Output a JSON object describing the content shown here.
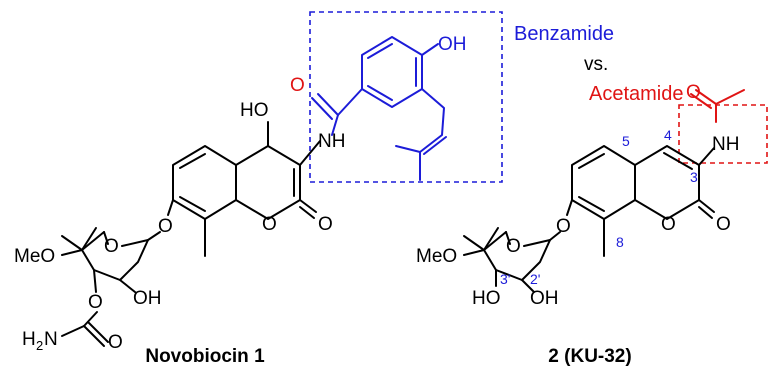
{
  "labels": {
    "benzamide": "Benzamide",
    "vs": "vs.",
    "acetamide": "Acetamide"
  },
  "captions": {
    "novobiocin": "Novobiocin 1",
    "ku32": "2 (KU-32)"
  },
  "novobiocin_atoms": {
    "ho_top": "HO",
    "oh_benz": "OH",
    "o_carbonyl": "O",
    "nh": "NH",
    "o_ring": "O",
    "o_lactone": "O",
    "o_link": "O",
    "meo": "MeO",
    "o_sugar": "O",
    "oh_sugar": "OH",
    "o_carbamate_ester": "O",
    "o_carbamate": "O",
    "h2n_h": "H",
    "h2n_sub": "2",
    "h2n_n": "N"
  },
  "ku32_atoms": {
    "o_acetyl": "O",
    "nh": "NH",
    "o_ring": "O",
    "o_lactone": "O",
    "o_link": "O",
    "meo": "MeO",
    "o_sugar": "O",
    "ho": "HO",
    "oh": "OH"
  },
  "ku32_numbering": {
    "n5": "5",
    "n4": "4",
    "n3": "3",
    "n8": "8",
    "n3p": "3'",
    "n2p": "2'"
  },
  "colors": {
    "highlight_blue": "#1c1cd8",
    "highlight_red": "#e01414",
    "bond": "#000000"
  }
}
